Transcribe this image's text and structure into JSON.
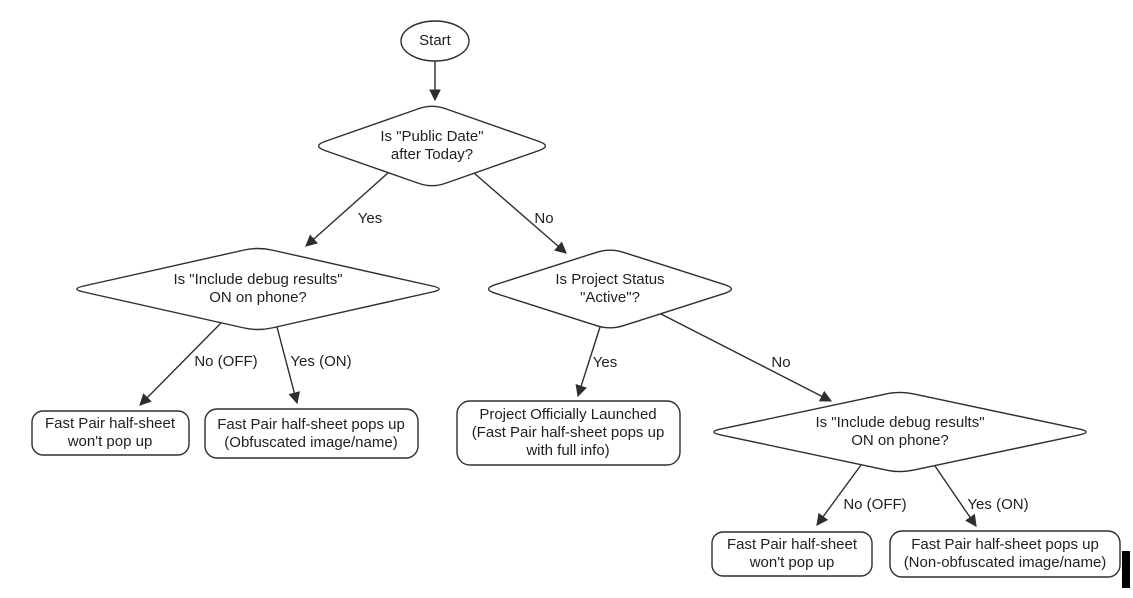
{
  "diagram": {
    "title": "Fast Pair half-sheet decision flowchart",
    "background_color": "#ffffff",
    "stroke_color": "#2e2e2e",
    "text_color": "#1f1f1f",
    "nodes": {
      "start": {
        "type": "oval",
        "label": "Start"
      },
      "d_public_date": {
        "type": "decision",
        "label": "Is \"Public Date\"\nafter Today?"
      },
      "d_debug_left": {
        "type": "decision",
        "label": "Is \"Include debug results\"\nON on phone?"
      },
      "d_project_status": {
        "type": "decision",
        "label": "Is Project Status\n\"Active\"?"
      },
      "d_debug_right": {
        "type": "decision",
        "label": "Is \"Include debug results\"\nON on phone?"
      },
      "o_wont_pop_left": {
        "type": "terminal",
        "label": "Fast Pair half-sheet\nwon't pop up"
      },
      "o_obfuscated": {
        "type": "terminal",
        "label": "Fast Pair half-sheet pops up\n(Obfuscated image/name)"
      },
      "o_launched": {
        "type": "terminal",
        "label": "Project Officially Launched\n(Fast Pair half-sheet pops up\nwith full info)"
      },
      "o_wont_pop_right": {
        "type": "terminal",
        "label": "Fast Pair half-sheet\nwon't pop up"
      },
      "o_non_obfuscated": {
        "type": "terminal",
        "label": "Fast Pair half-sheet pops up\n(Non-obfuscated image/name)"
      }
    },
    "edge_labels": {
      "yes_top": "Yes",
      "no_top": "No",
      "no_off_left": "No (OFF)",
      "yes_on_left": "Yes (ON)",
      "yes_mid": "Yes",
      "no_mid": "No",
      "no_off_right": "No (OFF)",
      "yes_on_right": "Yes (ON)"
    },
    "artifact": {
      "name": "text-cursor-bar",
      "color": "#000000"
    }
  }
}
